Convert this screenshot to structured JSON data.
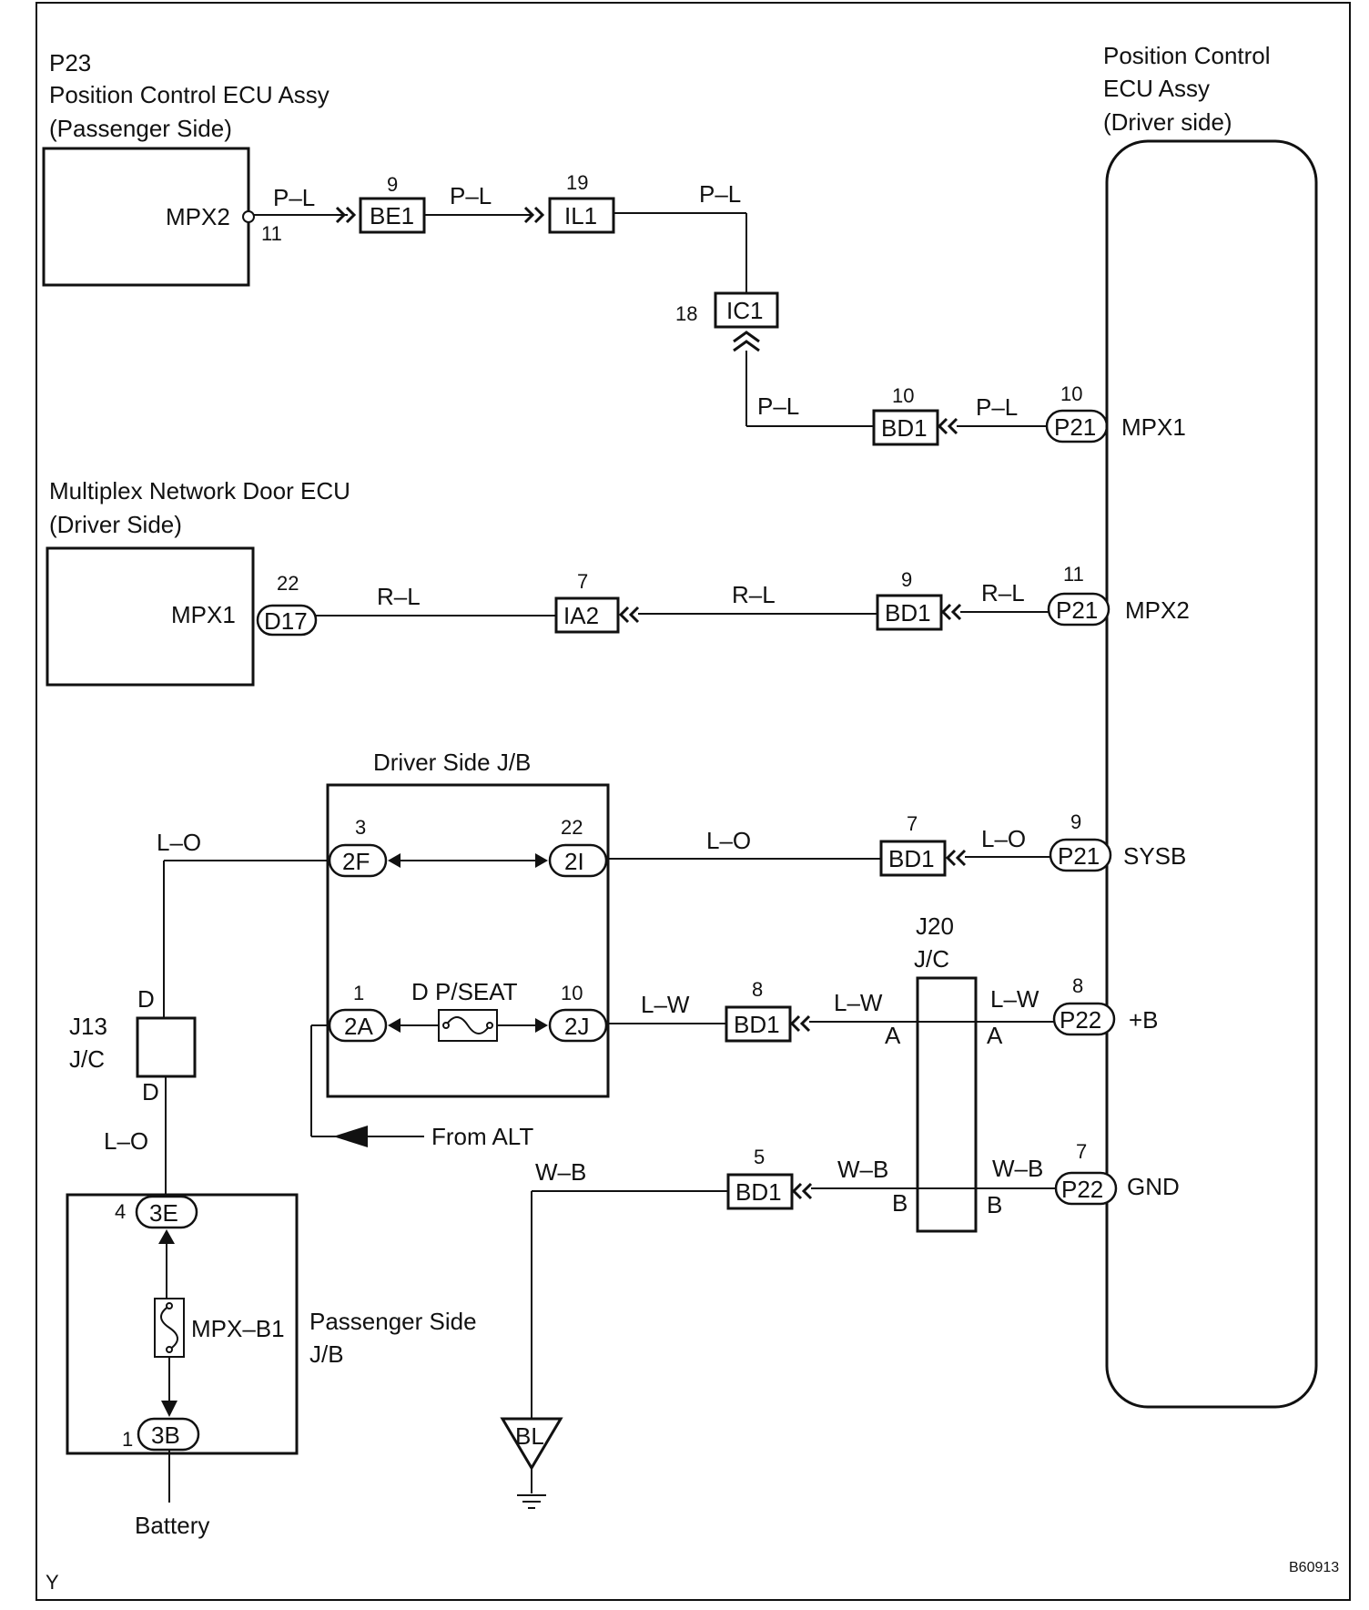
{
  "diagram_id": "B60913",
  "corner_mark": "Y",
  "components": {
    "p23": {
      "code": "P23",
      "name": "Position Control ECU Assy",
      "side": "(Passenger Side)",
      "pin_label": "MPX2",
      "pin_num": "11"
    },
    "driver_ecu": {
      "line1": "Position Control",
      "line2": "ECU Assy",
      "line3": "(Driver side)"
    },
    "door_ecu": {
      "name": "Multiplex Network Door ECU",
      "side": "(Driver Side)",
      "pin_label": "MPX1",
      "pin_num": "22",
      "connector": "D17"
    },
    "driver_jb": {
      "title": "Driver Side J/B",
      "fuse": "D P/SEAT"
    },
    "passenger_jb": {
      "line1": "Passenger Side",
      "line2": "J/B",
      "fuse": "MPX–B1"
    },
    "j13": {
      "code": "J13",
      "type": "J/C",
      "pin_top": "D",
      "pin_bottom": "D"
    },
    "j20": {
      "code": "J20",
      "type": "J/C",
      "pin_a": "A",
      "pin_b": "B"
    },
    "battery": "Battery",
    "from_alt": "From ALT",
    "ground": "BL"
  },
  "connectors": {
    "be1": {
      "code": "BE1",
      "pin": "9"
    },
    "il1": {
      "code": "IL1",
      "pin": "19"
    },
    "ic1": {
      "code": "IC1",
      "pin": "18"
    },
    "bd1_mpx1": {
      "code": "BD1",
      "pin": "10"
    },
    "p21_mpx1": {
      "code": "P21",
      "pin": "10",
      "signal": "MPX1"
    },
    "ia2": {
      "code": "IA2",
      "pin": "7"
    },
    "bd1_mpx2": {
      "code": "BD1",
      "pin": "9"
    },
    "p21_mpx2": {
      "code": "P21",
      "pin": "11",
      "signal": "MPX2"
    },
    "c2f": {
      "code": "2F",
      "pin": "3"
    },
    "c2i": {
      "code": "2I",
      "pin": "22"
    },
    "bd1_sysb": {
      "code": "BD1",
      "pin": "7"
    },
    "p21_sysb": {
      "code": "P21",
      "pin": "9",
      "signal": "SYSB"
    },
    "c2a": {
      "code": "2A",
      "pin": "1"
    },
    "c2j": {
      "code": "2J",
      "pin": "10"
    },
    "bd1_b": {
      "code": "BD1",
      "pin": "8"
    },
    "p22_b": {
      "code": "P22",
      "pin": "8",
      "signal": "+B"
    },
    "bd1_gnd": {
      "code": "BD1",
      "pin": "5"
    },
    "p22_gnd": {
      "code": "P22",
      "pin": "7",
      "signal": "GND"
    },
    "c3e": {
      "code": "3E",
      "pin": "4"
    },
    "c3b": {
      "code": "3B",
      "pin": "1"
    }
  },
  "wires": {
    "pl": "P–L",
    "rl": "R–L",
    "lo": "L–O",
    "lw": "L–W",
    "wb": "W–B"
  }
}
